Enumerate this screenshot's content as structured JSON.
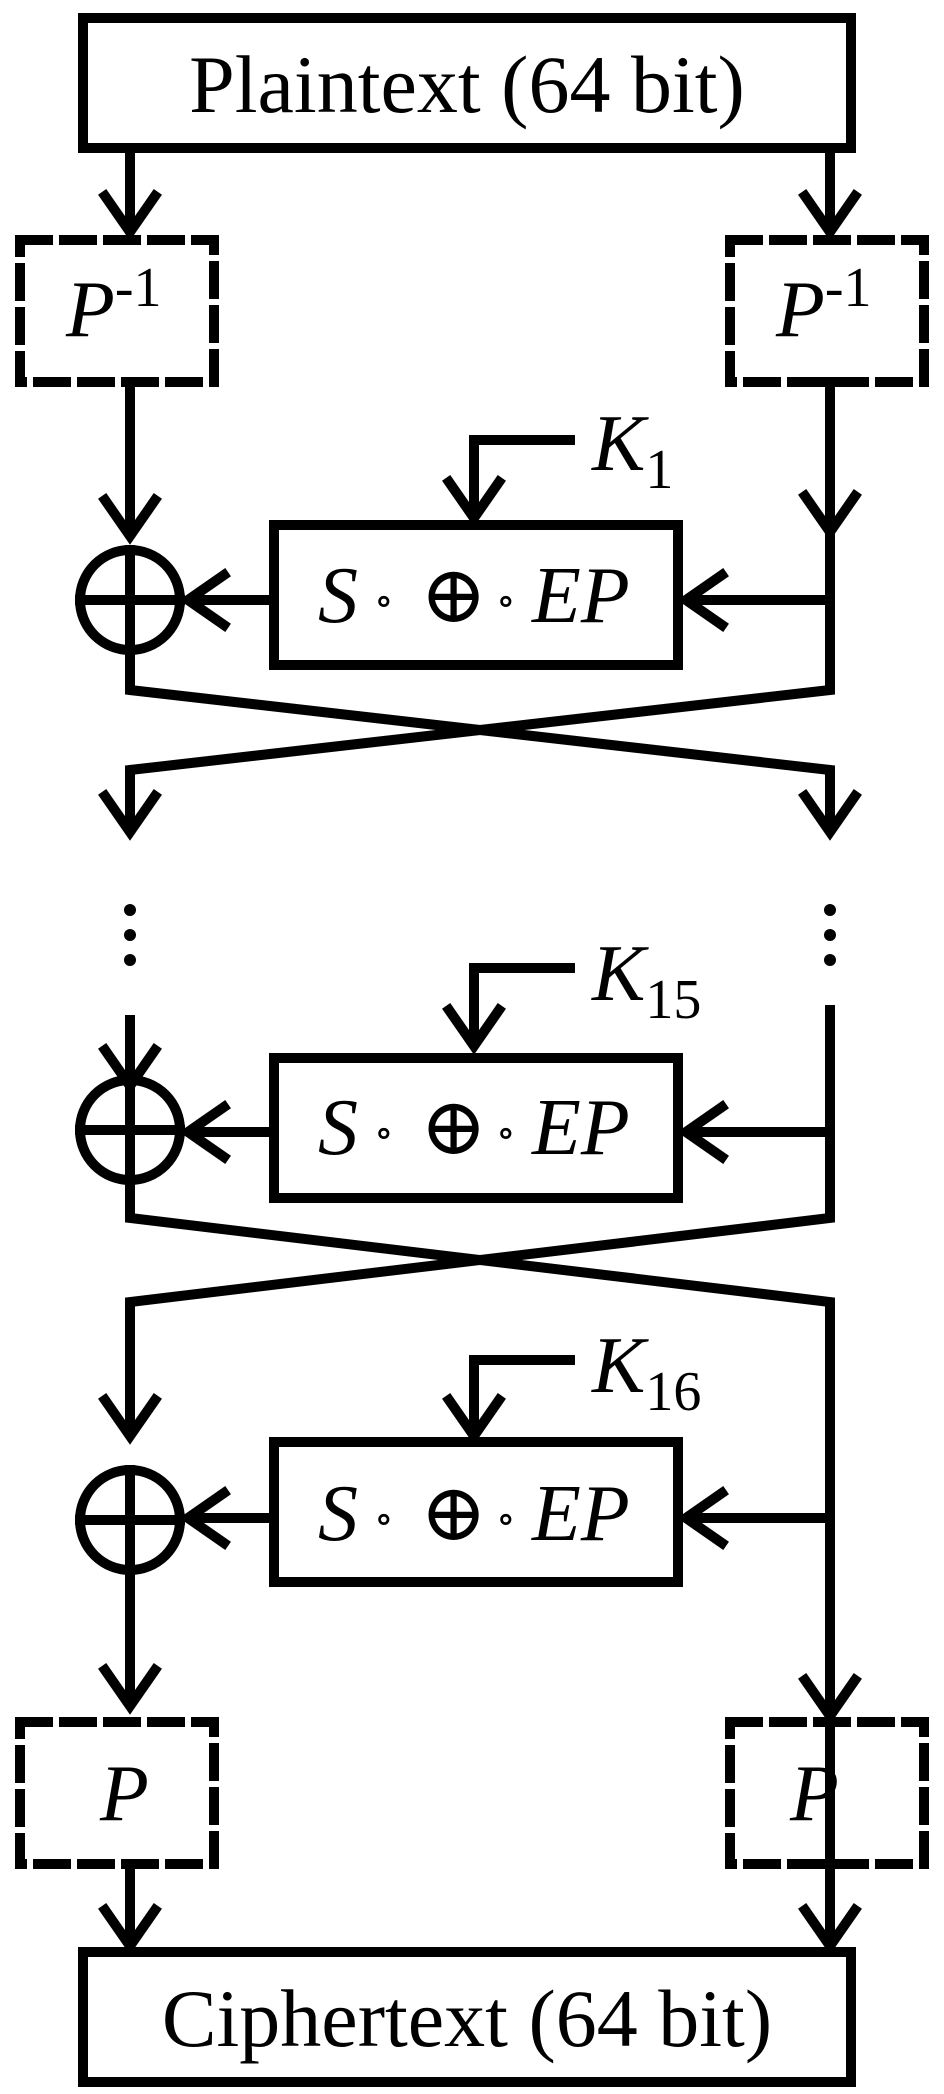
{
  "diagram": {
    "plaintext_label": "Plaintext (64 bit)",
    "ciphertext_label": "Ciphertext (64 bit)",
    "inverse_perm": {
      "base": "P",
      "exp": "-1"
    },
    "perm": {
      "base": "P"
    },
    "round_function": {
      "s": "S",
      "op": "⊕",
      "ep": "EP",
      "compose": "∘"
    },
    "keys": [
      {
        "base": "K",
        "sub": "1"
      },
      {
        "base": "K",
        "sub": "15"
      },
      {
        "base": "K",
        "sub": "16"
      }
    ],
    "ellipsis": "⋮",
    "xor_symbol": "⊕"
  }
}
